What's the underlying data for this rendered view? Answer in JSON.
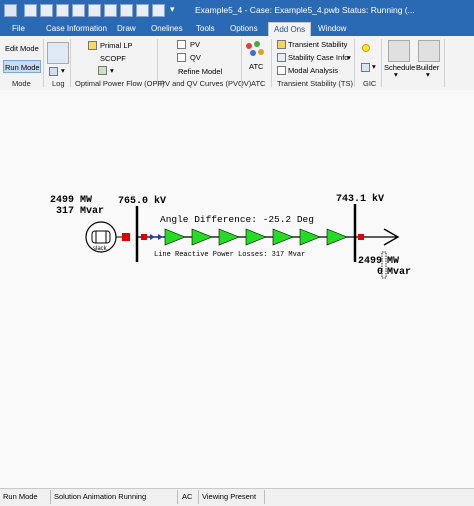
{
  "window": {
    "title": "Example5_4 - Case: Example5_4.pwb  Status: Running (..."
  },
  "menu": {
    "items": [
      "File",
      "Case Information",
      "Draw",
      "Onelines",
      "Tools",
      "Options",
      "Add Ons",
      "Window"
    ],
    "active": "Add Ons"
  },
  "ribbon": {
    "mode": {
      "edit_label": "Edit Mode",
      "run_label": "Run Mode",
      "group": "Mode"
    },
    "log": {
      "group": "Log"
    },
    "opf": {
      "primal_lp": "Primal LP",
      "scopf": "SCOPF",
      "group": "Optimal Power Flow (OPF)"
    },
    "pvqv": {
      "pv": "PV",
      "qv": "QV",
      "refine": "Refine Model",
      "group": "PV and QV Curves (PVQV)"
    },
    "atc": {
      "label": "ATC",
      "group": "ATC"
    },
    "ts": {
      "transient": "Transient Stability",
      "case_info": "Stability Case Info",
      "modal": "Modal Analysis",
      "group": "Transient Stability (TS)"
    },
    "gic": {
      "group": "GIC"
    },
    "schedule": {
      "label": "Schedule"
    },
    "builder": {
      "label": "Builder"
    }
  },
  "oneline": {
    "gen_mw": "2499 MW",
    "gen_mvar": "317 Mvar",
    "bus1_kv": "765.0 kV",
    "bus2_kv": "743.1 kV",
    "angle_text": "Angle Difference: -25.2 Deg",
    "losses_text": "Line Reactive Power Losses: 317 Mvar",
    "load_mw": "2499",
    "load_mw_unit": "MW",
    "load_mvar": "0",
    "load_mvar_unit": "Mvar",
    "slack_label": "slack"
  },
  "status": {
    "mode": "Run Mode",
    "animation": "Solution Animation Running",
    "ac": "AC",
    "viewing": "Viewing Present"
  },
  "colors": {
    "titlebar": "#2a6ab5",
    "arrow_fill": "#22dd22",
    "breaker_red": "#e00000"
  }
}
